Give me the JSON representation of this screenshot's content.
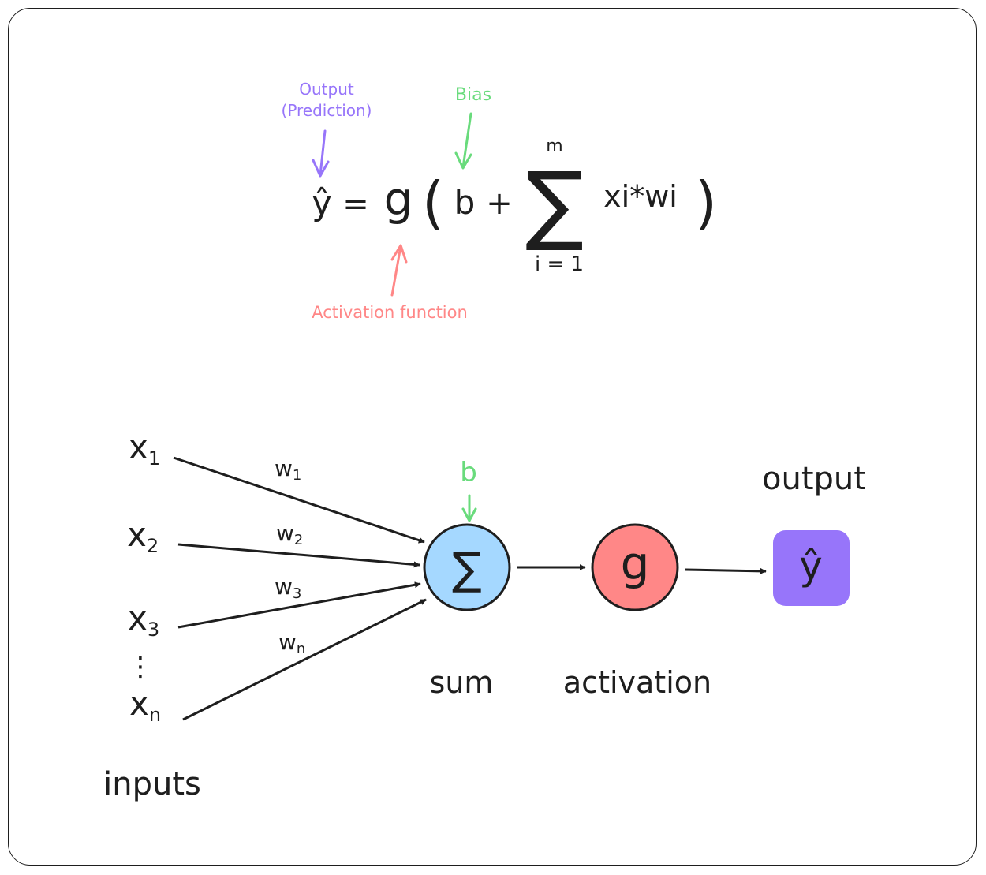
{
  "formula": {
    "y_hat": "ŷ",
    "equals": "=",
    "g": "g",
    "open_paren": "(",
    "b": "b",
    "plus": "+",
    "sigma": "∑",
    "upper": "m",
    "lower": "i = 1",
    "term": "xi*wi",
    "close_paren": ")"
  },
  "annotations": {
    "output_line1": "Output",
    "output_line2": "(Prediction)",
    "bias": "Bias",
    "activation": "Activation function"
  },
  "network": {
    "inputs": [
      {
        "base": "x",
        "sub": "1"
      },
      {
        "base": "x",
        "sub": "2"
      },
      {
        "base": "x",
        "sub": "3"
      },
      {
        "base": "x",
        "sub": "n"
      }
    ],
    "vdots": "⋮",
    "weights": [
      {
        "base": "w",
        "sub": "1"
      },
      {
        "base": "w",
        "sub": "2"
      },
      {
        "base": "w",
        "sub": "3"
      },
      {
        "base": "w",
        "sub": "n"
      }
    ],
    "bias_label": "b",
    "sum_symbol": "∑",
    "activation_symbol": "g",
    "output_symbol": "ŷ",
    "label_inputs": "inputs",
    "label_sum": "sum",
    "label_activation": "activation",
    "label_output": "output"
  },
  "colors": {
    "purple": "#9775fa",
    "green": "#69db7c",
    "red": "#ff8787",
    "sum_fill": "#a5d8ff",
    "activation_fill": "#ff8787",
    "output_fill": "#9775fa",
    "stroke": "#1e1e1e"
  }
}
